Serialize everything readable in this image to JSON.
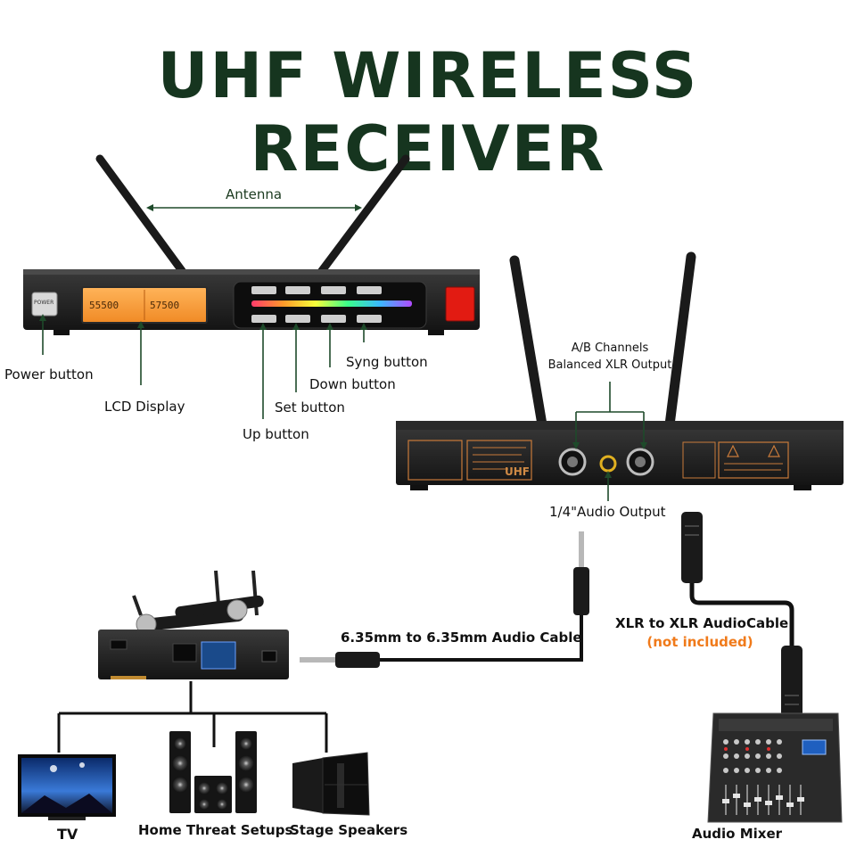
{
  "title": "UHF WIRELESS RECEIVER",
  "front_panel": {
    "antenna_label": "Antenna",
    "power_button_label": "Power button",
    "lcd_display_label": "LCD Display",
    "up_button_label": "Up button",
    "set_button_label": "Set button",
    "down_button_label": "Down button",
    "sync_button_label": "Syng button",
    "lcd_readout_a": "55500",
    "lcd_readout_b": "57500",
    "power_key_text": "POWER"
  },
  "rear_panel": {
    "xlr_label_line1": "A/B Channels",
    "xlr_label_line2": "Balanced XLR Output",
    "audio_output_label": "1/4\"Audio Output",
    "brand_mark": "UHF"
  },
  "cables": {
    "jack_cable_label": "6.35mm to 6.35mm Audio Cable",
    "xlr_cable_label": "XLR to XLR AudioCable",
    "xlr_cable_note": "(not included)"
  },
  "destinations": {
    "tv": "TV",
    "home_theater": "Home Threat Setups",
    "stage_speakers": "Stage Speakers",
    "audio_mixer": "Audio Mixer"
  },
  "colors": {
    "title": "#16351f",
    "callout_line": "#1e4a2a",
    "note_orange": "#f07a1a",
    "lcd_orange": "#f59a3b",
    "power_red": "#e21b12"
  }
}
